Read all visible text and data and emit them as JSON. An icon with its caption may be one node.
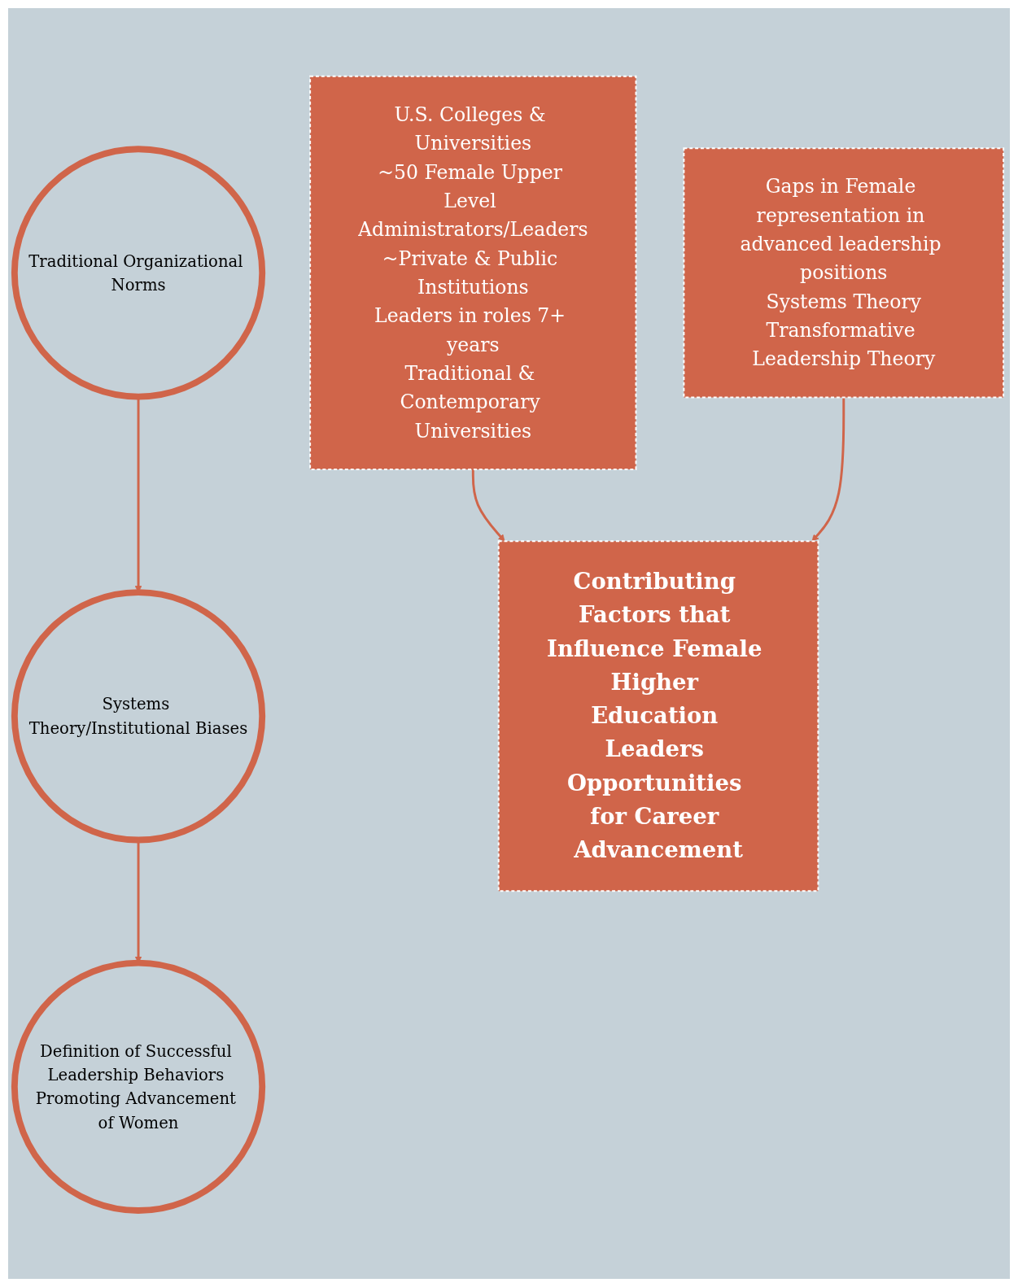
{
  "diagram": {
    "nodes": [
      {
        "text": [
          "Traditional Organizational Norms"
        ]
      },
      {
        "text": [
          "Systems Theory/Institutional Biases"
        ]
      },
      {
        "text": [
          "Definition of Successful Leadership Behaviors Promoting Advancement of Women"
        ]
      },
      {
        "text": [
          "Contributing Factors that Influence Female Higher Education Leaders Opportunities for Career Advancement"
        ]
      },
      {
        "text": [
          "U.S. Colleges & Universities",
          "~50 Female Upper Level Administrators/Leaders",
          "~Private & Public Institutions",
          "Leaders in roles 7+ years",
          "Traditional & Contemporary Universities"
        ]
      },
      {
        "text": [
          "Gaps in Female representation in advanced leadership positions",
          "Systems Theory",
          "Transformative Leadership Theory"
        ]
      }
    ],
    "edges": [
      {
        "from": 0,
        "to": 1,
        "arrow": "to"
      },
      {
        "from": 1,
        "to": 2,
        "arrow": "to"
      },
      {
        "from": 4,
        "to": 3,
        "arrow": "to"
      },
      {
        "from": 5,
        "to": 3,
        "arrow": "to"
      }
    ]
  }
}
